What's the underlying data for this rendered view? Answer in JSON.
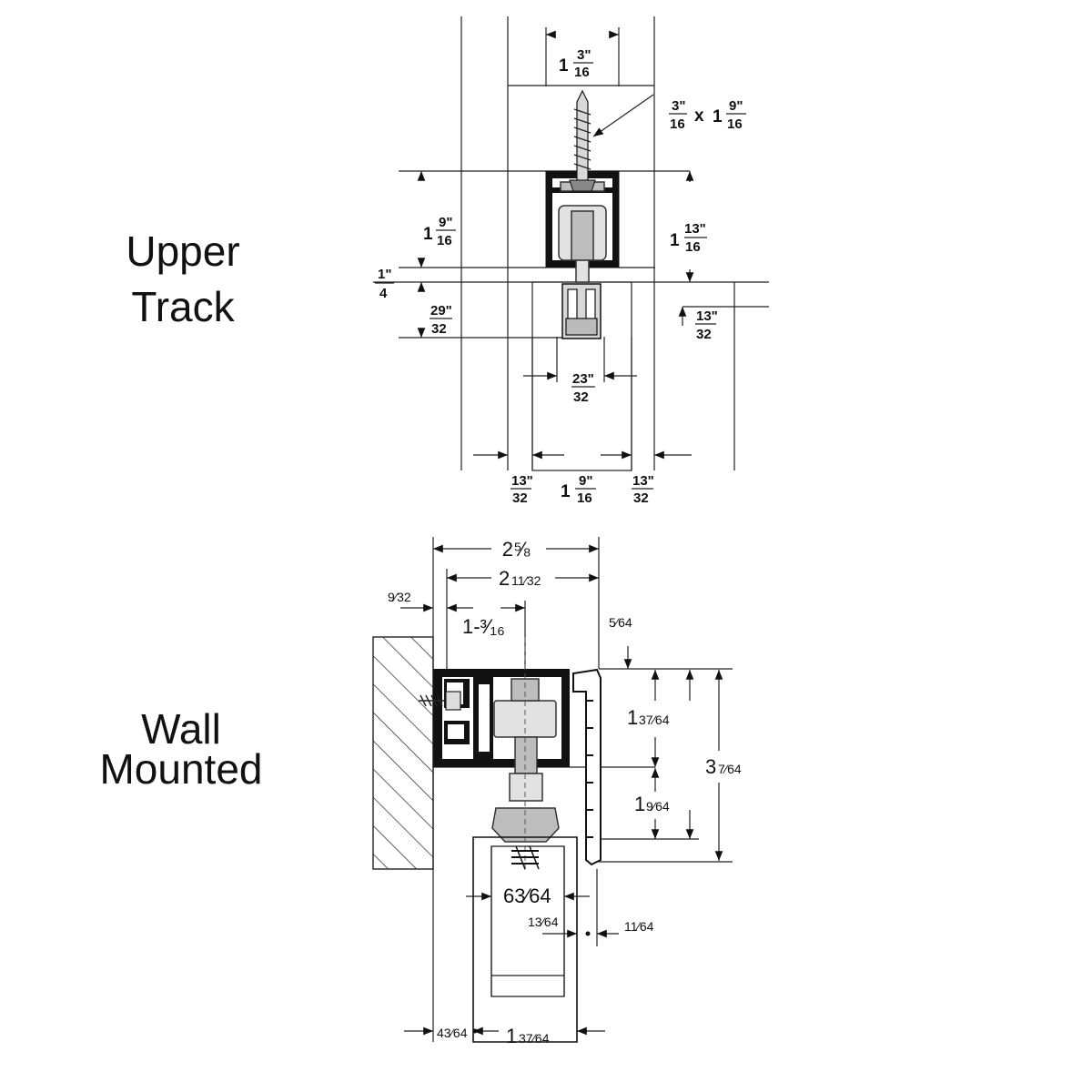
{
  "labels": {
    "upper_track_line1": "Upper",
    "upper_track_line2": "Track",
    "wall_mounted_line1": "Wall",
    "wall_mounted_line2": "Mounted"
  },
  "upper_dims": {
    "top_width_whole": "1",
    "top_width_num": "3\"",
    "top_width_den": "16",
    "screw_a_num": "3\"",
    "screw_a_den": "16",
    "screw_x": "x",
    "screw_b_whole": "1",
    "screw_b_num": "9\"",
    "screw_b_den": "16",
    "left_h_whole": "1",
    "left_h_num": "9\"",
    "left_h_den": "16",
    "right_h_whole": "1",
    "right_h_num": "13\"",
    "right_h_den": "16",
    "quarter_num": "1\"",
    "quarter_den": "4",
    "guide_h_num": "29\"",
    "guide_h_den": "32",
    "right_small_num": "13\"",
    "right_small_den": "32",
    "guide_w_num": "23\"",
    "guide_w_den": "32",
    "bottom_left_num": "13\"",
    "bottom_left_den": "32",
    "bottom_mid_whole": "1",
    "bottom_mid_num": "9\"",
    "bottom_mid_den": "16",
    "bottom_right_num": "13\"",
    "bottom_right_den": "32"
  },
  "wall_dims": {
    "overall_width": "2⅝",
    "inner_width_whole": "2",
    "inner_width_frac": "11⁄32",
    "left_offset": "9⁄32",
    "center_offset": "1-³⁄₁₆",
    "top_gap": "5⁄64",
    "track_h_whole": "1",
    "track_h_frac": "37⁄64",
    "total_h_whole": "3",
    "total_h_frac": "7⁄64",
    "lower_h_whole": "1",
    "lower_h_frac": "9⁄64",
    "door_w": "63⁄64",
    "small_a": "13⁄64",
    "small_b": "11⁄64",
    "bottom_left": "43⁄64",
    "bottom_mid_whole": "1",
    "bottom_mid_frac": "37⁄64"
  }
}
